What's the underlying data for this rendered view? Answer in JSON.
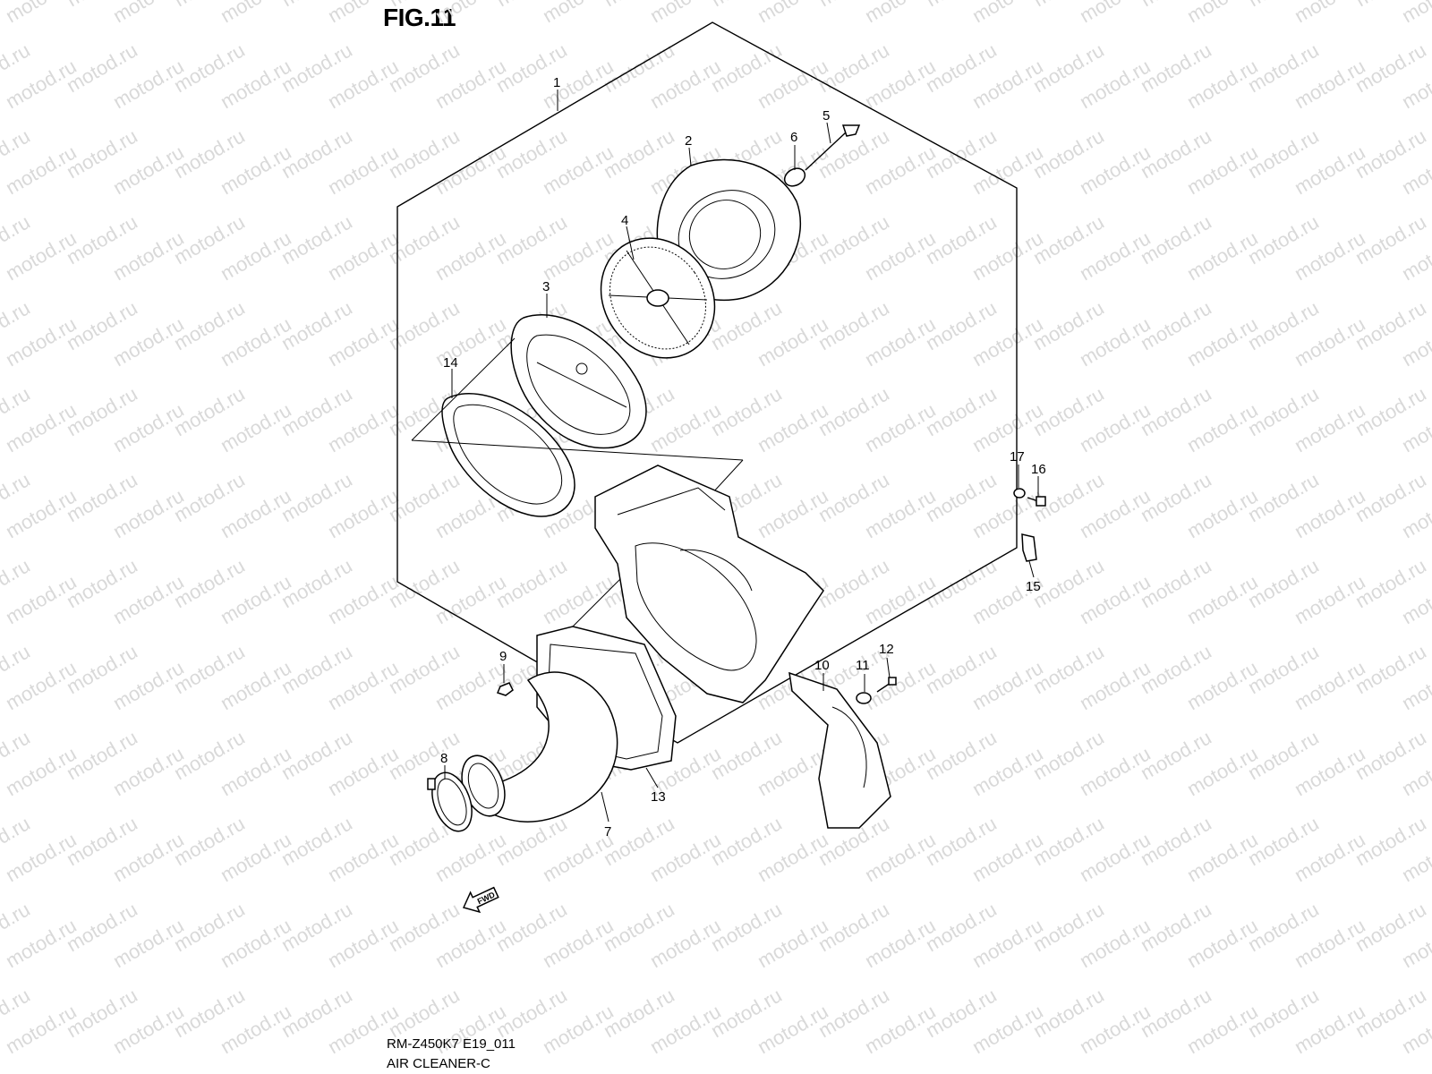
{
  "figure": {
    "title": "FIG.11",
    "model_code": "RM-Z450K7 E19_011",
    "section_name": "AIR CLEANER-C"
  },
  "watermark": "motod.ru",
  "fwd_arrow": {
    "label": "FWD",
    "icon": "fwd-arrow-icon"
  },
  "callouts": [
    "1",
    "2",
    "3",
    "4",
    "5",
    "6",
    "7",
    "8",
    "9",
    "10",
    "11",
    "12",
    "13",
    "14",
    "15",
    "16",
    "17"
  ]
}
